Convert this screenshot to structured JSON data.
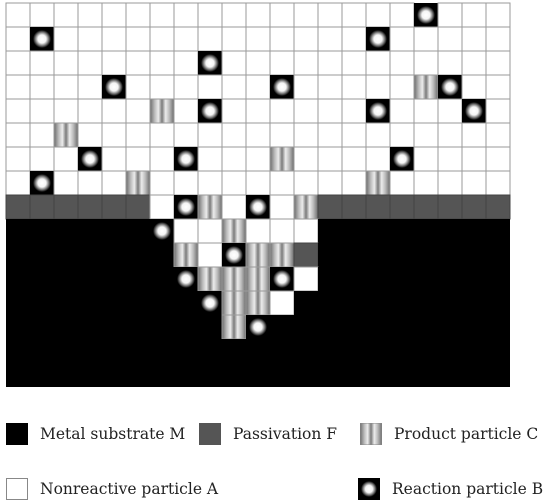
{
  "colors": {
    "metal": "#000000",
    "passivation": "#555555",
    "nonreactive": "#ffffff",
    "gridline": "#9a9a9a",
    "product_dark": "#6b6b6b",
    "product_light": "#e6e6e6",
    "reaction_ring": "#000000",
    "reaction_core": "#ffffff"
  },
  "grid": {
    "cols": 21,
    "rows": 16,
    "cells": [
      "AAAAAAAAAAAAAAAAABAAA",
      "ABAAAAAAAAAAAAABAAAAA",
      "AAAAAAAABAAAAAAAAAAAA",
      "AAAABAAAAAABAAAAACBAA",
      "AAAAAACABAAAAAABAAABA",
      "AACAAAAAAAAAAAAAAAAAA",
      "AAABAAABAAACAAAABAAAA",
      "ABAAACAAAAAAAAACAAAAA",
      "FFFFFFABCABACFFFFFFFF",
      "MMMMMMBAACAAAMMMMMMMM",
      "MMMMMMMCABCCFMMMMMMMM",
      "MMMMMMMBCCCBAMMMMMMMM",
      "MMMMMMMMBCCAMMMMMMMMM",
      "MMMMMMMMMCBMMMMMMMMMM",
      "MMMMMMMMMMMMMMMMMMMMM",
      "MMMMMMMMMMMMMMMMMMMMM"
    ]
  },
  "legend": {
    "metal_label": "Metal substrate M",
    "passivation_label": "Passivation F",
    "product_label": "Product particle C",
    "nonreactive_label": "Nonreactive particle A",
    "reaction_label": "Reaction particle B"
  }
}
